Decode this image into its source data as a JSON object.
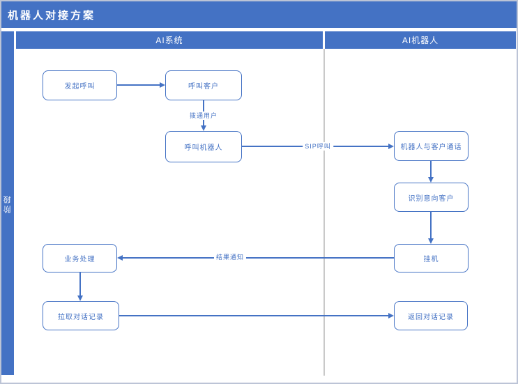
{
  "title": "机器人对接方案",
  "phase_label": "阶段",
  "lanes": [
    {
      "label": "AI系统"
    },
    {
      "label": "AI机器人"
    }
  ],
  "nodes": [
    {
      "id": "start-call",
      "lane": "AI系统",
      "label": "发起呼叫"
    },
    {
      "id": "call-customer",
      "lane": "AI系统",
      "label": "呼叫客户"
    },
    {
      "id": "call-robot",
      "lane": "AI系统",
      "label": "呼叫机器人"
    },
    {
      "id": "robot-customer-call",
      "lane": "AI机器人",
      "label": "机器人与客户通话"
    },
    {
      "id": "identify-intent",
      "lane": "AI机器人",
      "label": "识别意向客户"
    },
    {
      "id": "hang-up",
      "lane": "AI机器人",
      "label": "挂机"
    },
    {
      "id": "business-processing",
      "lane": "AI系统",
      "label": "业务处理"
    },
    {
      "id": "pull-chat-records",
      "lane": "AI系统",
      "label": "拉取对话记录"
    },
    {
      "id": "return-chat-records",
      "lane": "AI机器人",
      "label": "返回对话记录"
    }
  ],
  "edge_labels": [
    {
      "id": "dial-through-user",
      "label": "拨通用户"
    },
    {
      "id": "sip-call",
      "label": "SIP呼叫"
    },
    {
      "id": "result-notify",
      "label": "结果通知"
    }
  ],
  "colors": {
    "accent": "#4472C4",
    "background": "#ffffff",
    "node_fill": "#ffffff",
    "node_border": "#4472C4",
    "node_text": "#4472C4",
    "lane_divider": "#c9c9c9",
    "outer_border": "#bcc4d6"
  }
}
